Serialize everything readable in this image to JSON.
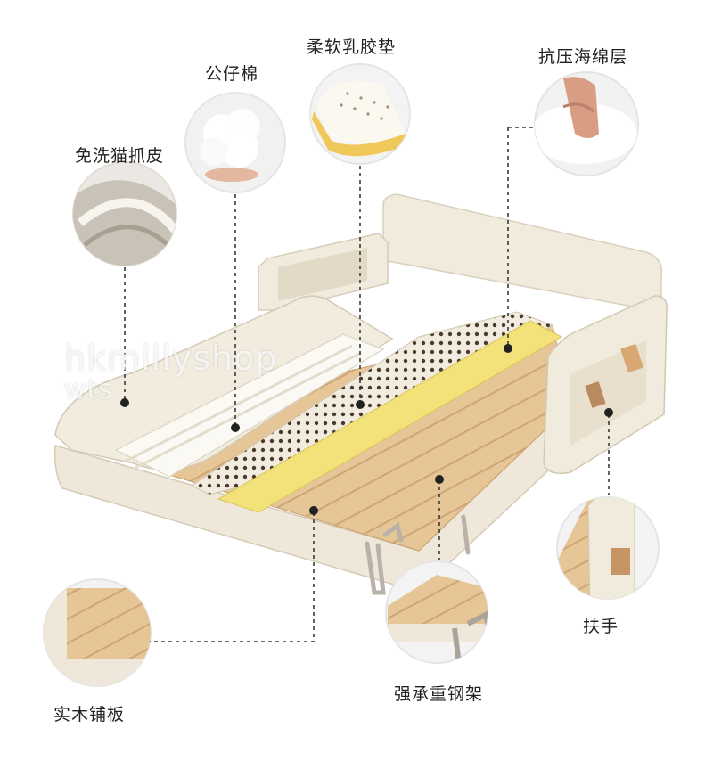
{
  "features": {
    "cat_scratch_fabric": "免洗猫抓皮",
    "cotton": "公仔棉",
    "latex_pad": "柔软乳胶垫",
    "sponge_layer": "抗压海绵层",
    "armrest": "扶手",
    "steel_frame": "强承重钢架",
    "wood_slats": "实木铺板"
  },
  "watermark": {
    "line1": "hkmillyshop",
    "line2": "wts"
  },
  "colors": {
    "frame_cream": "#efe8da",
    "wood": "#e4c295",
    "latex_yellow": "#f3e27a",
    "circle_bg": "#f2f2f2"
  }
}
